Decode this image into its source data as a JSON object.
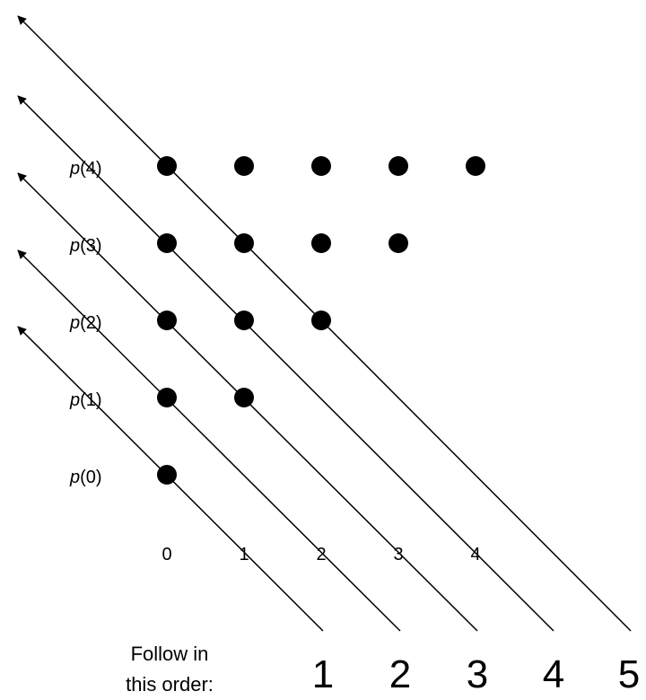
{
  "row_labels": [
    {
      "func": "p",
      "arg": "(0)"
    },
    {
      "func": "p",
      "arg": "(1)"
    },
    {
      "func": "p",
      "arg": "(2)"
    },
    {
      "func": "p",
      "arg": "(3)"
    },
    {
      "func": "p",
      "arg": "(4)"
    }
  ],
  "column_labels": [
    "0",
    "1",
    "2",
    "3",
    "4"
  ],
  "instruction": {
    "line1": "Follow in",
    "line2": "this order:"
  },
  "order_numbers": [
    "1",
    "2",
    "3",
    "4",
    "5"
  ],
  "colors": {
    "ink": "#000000",
    "background": "#ffffff"
  }
}
